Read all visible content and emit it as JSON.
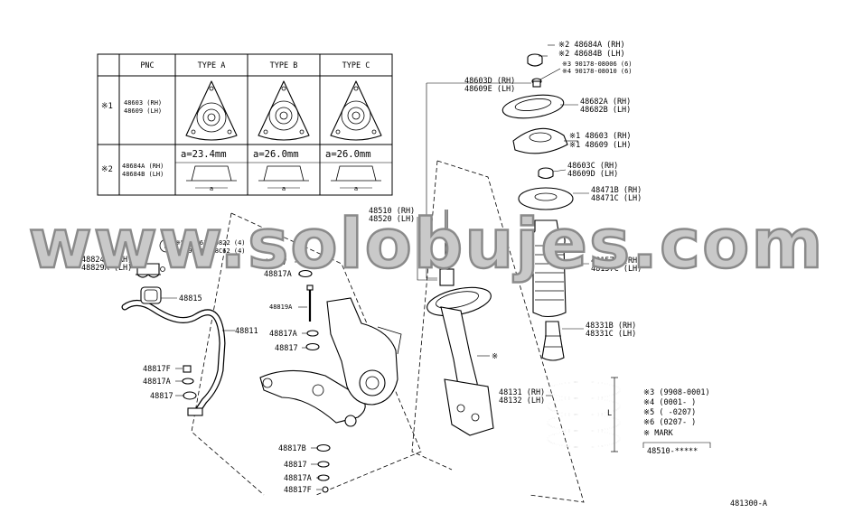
{
  "watermark": "www.solobujes.com",
  "table": {
    "headers": [
      "PNC",
      "TYPE A",
      "TYPE B",
      "TYPE C"
    ],
    "rows": [
      {
        "ref": "※1",
        "pnc": [
          "48603 (RH)",
          "48609 (LH)"
        ],
        "dims": [
          "",
          "",
          ""
        ]
      },
      {
        "ref": "※2",
        "pnc": [
          "48684A (RH)",
          "48684B (LH)"
        ],
        "dims": [
          "a=23.4mm",
          "a=26.0mm",
          "a=26.0mm"
        ]
      }
    ],
    "dim_marker": "a"
  },
  "labels": {
    "l48603D": [
      "48603D (RH)",
      "48609E (LH)"
    ],
    "l48510": [
      "48510 (RH)",
      "48520 (LH)"
    ],
    "lB": "B",
    "l5_6": [
      "※5 90161-60822 (4)",
      "※6 90119-08C62 (4)"
    ],
    "l48824A": [
      "48824A (RH)",
      "48829A (LH)"
    ],
    "l48817_1": "48817",
    "l48817A_1": "48817A",
    "l48815": "48815",
    "l48819A": "48819A",
    "l48811": "48811",
    "l48817A_2": "48817A",
    "l48817_2": "48817",
    "l48817F_1": "48817F",
    "l48817A_3": "48817A",
    "l48817_3": "48817",
    "l48817B": "48817B",
    "l48817_4": "48817",
    "l48817A_4": "48817A",
    "l48817F_2": "48817F",
    "l48684": [
      "※2 48684A (RH)",
      "※2 48684B (LH)"
    ],
    "l90178": [
      "※3 90178-08006 (6)",
      "※4 90178-08010 (6)"
    ],
    "l48682A": [
      "48682A (RH)",
      "48682B (LH)"
    ],
    "l48603": [
      "※1 48603 (RH)",
      "※1 48609 (LH)"
    ],
    "l48603C": [
      "48603C (RH)",
      "48609D (LH)"
    ],
    "l48471B": [
      "48471B (RH)",
      "48471C (LH)"
    ],
    "l48157B": [
      "48157B (RH)",
      "48157C (LH)"
    ],
    "l48331B": [
      "48331B (RH)",
      "48331C (LH)"
    ],
    "l48131": [
      "48131 (RH)",
      "48132 (LH)"
    ],
    "strut_ref": "※",
    "spring_L": "L",
    "notes": [
      "※3 (9908-0001)",
      "※4 (0001-      )",
      "※5 (      -0207)",
      "※6 (0207-      )",
      "※ MARK"
    ],
    "mark_code": "48510-*****",
    "figure_code": "481300-A"
  }
}
